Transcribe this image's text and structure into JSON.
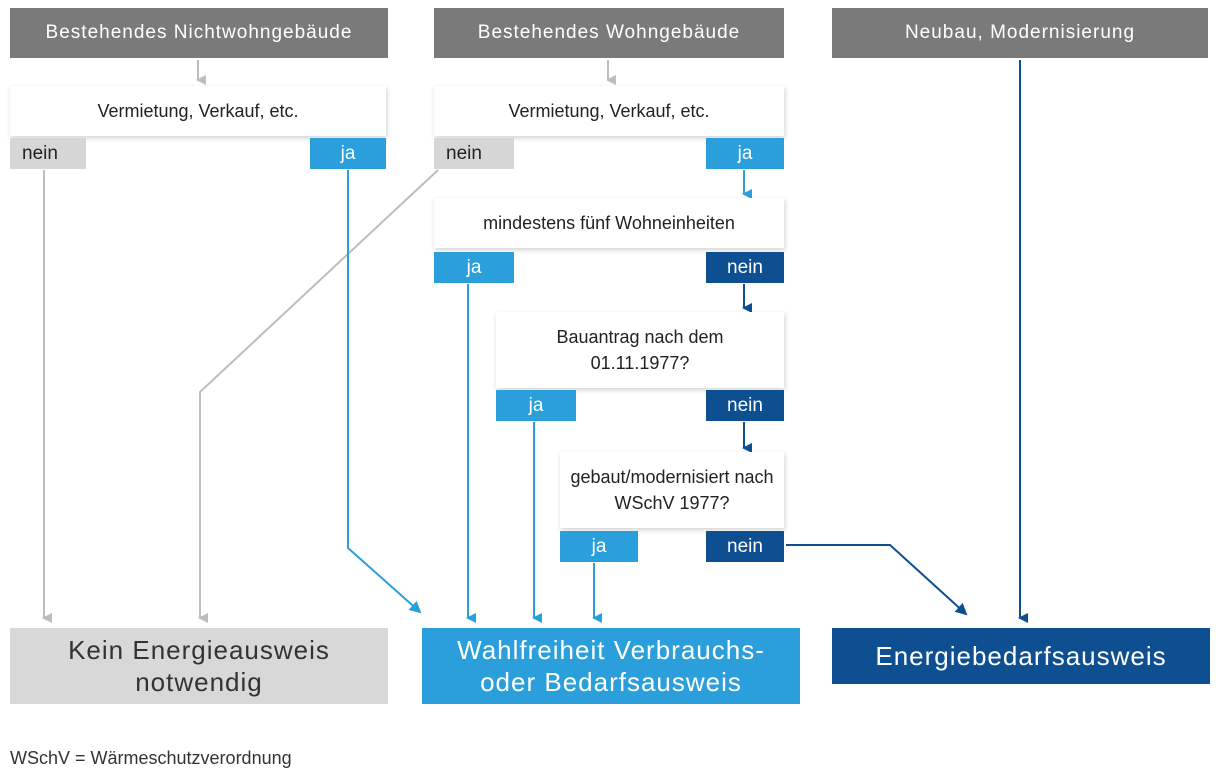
{
  "top": {
    "nichtwohn": "Bestehendes Nichtwohngebäude",
    "wohn": "Bestehendes Wohngebäude",
    "neubau": "Neubau, Modernisierung"
  },
  "questions": {
    "q1_left": "Vermietung, Verkauf, etc.",
    "q1_right": "Vermietung, Verkauf, etc.",
    "q2": "mindestens fünf Wohneinheiten",
    "q3": "Bauantrag nach dem 01.11.1977?",
    "q4": "gebaut/modernisiert nach WSchV 1977?"
  },
  "labels": {
    "nein": "nein",
    "ja": "ja"
  },
  "results": {
    "kein": "Kein Energieausweis notwendig",
    "wahl": "Wahlfreiheit Verbrauchs- oder Bedarfsausweis",
    "bedarf": "Energiebedarfsausweis"
  },
  "footnote": "WSchV = Wärmeschutzverordnung",
  "colors": {
    "gray": "#7a7a7a",
    "light_gray": "#d6d6d6",
    "light_blue": "#2b9fdb",
    "dark_blue": "#0e4f91"
  }
}
